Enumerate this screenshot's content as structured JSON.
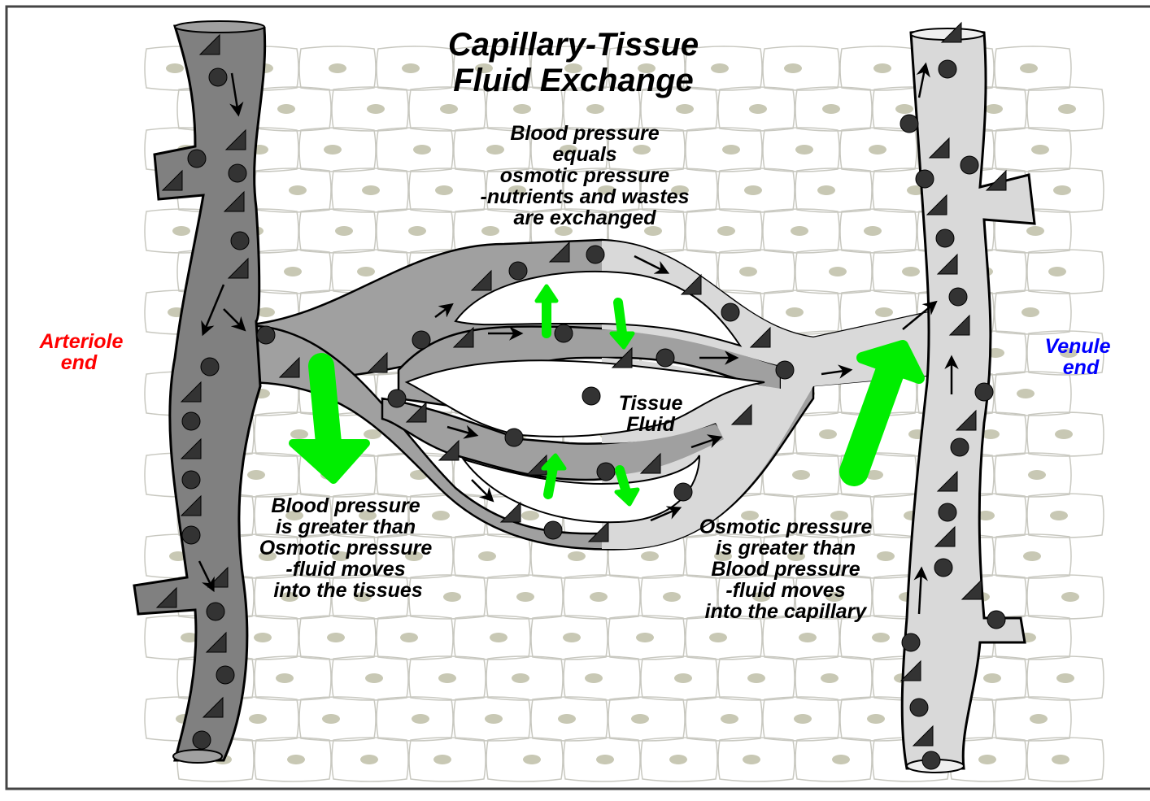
{
  "title": {
    "line1": "Capillary-Tissue",
    "line2": "Fluid Exchange"
  },
  "labels": {
    "arteriole": {
      "line1": "Arteriole",
      "line2": "end",
      "color": "#ff0000"
    },
    "venule": {
      "line1": "Venule",
      "line2": "end",
      "color": "#0000ff"
    },
    "tissue_fluid": {
      "line1": "Tissue",
      "line2": "Fluid"
    }
  },
  "notes": {
    "middle": [
      "Blood pressure",
      "equals",
      "osmotic pressure",
      "-nutrients and wastes",
      "are exchanged"
    ],
    "arterial": [
      "Blood pressure",
      "is greater than",
      "Osmotic pressure",
      "-fluid moves",
      "into the tissues"
    ],
    "venous": [
      "Osmotic pressure",
      "is greater than",
      "Blood pressure",
      "-fluid moves",
      "into the capillary"
    ]
  },
  "colors": {
    "arteriole_fill": "#808080",
    "venule_fill": "#d9d9d9",
    "tissue_cells": "#c8c8b4",
    "fluid_arrow": "#00ee00",
    "frame": "#444444"
  }
}
